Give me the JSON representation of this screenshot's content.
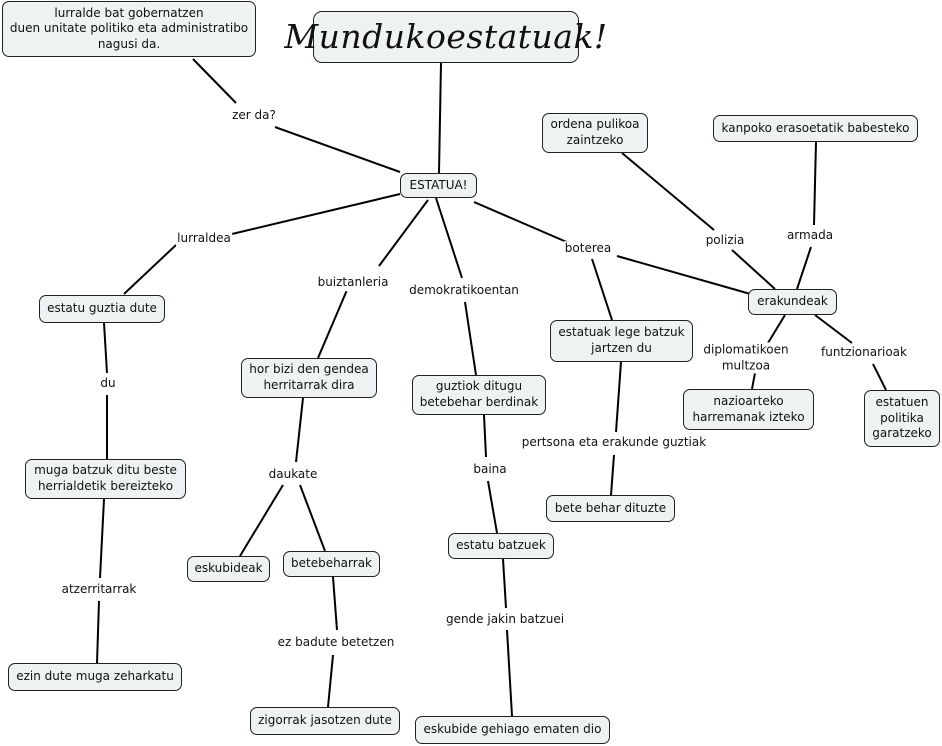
{
  "nodes": {
    "title": "Mundukoestatuak!",
    "definition": "lurralde bat gobernatzen\nduen unitate politiko eta administratibo\nnagusi da.",
    "estatua": "ESTATUA!",
    "estatu_guztia": "estatu guztia dute",
    "muga_batzuk": "muga batzuk ditu beste\nherrialdetik bereizteko",
    "ezin_dute": "ezin dute muga zeharkatu",
    "hor_bizi": "hor bizi den gendea\nherritarrak dira",
    "eskubideak": "eskubideak",
    "betebeharrak": "betebeharrak",
    "zigorrak": "zigorrak jasotzen dute",
    "guztiok": "guztiok ditugu\nbetebehar berdinak",
    "estatu_batzuek": "estatu batzuek",
    "eskubide_gehiago": "eskubide gehiago ematen dio",
    "lege_batzuk": "estatuak lege batzuk\njartzen du",
    "bete_behar": "bete behar dituzte",
    "ordena": "ordena pulikoa\nzaintzeko",
    "kanpoko": "kanpoko erasoetatik babesteko",
    "erakundeak": "erakundeak",
    "nazioarteko": "nazioarteko\nharremanak izteko",
    "estatuen_politika": "estatuen\npolitika\ngaratzeko"
  },
  "links": {
    "zer_da": "zer da?",
    "lurraldea": "lurraldea",
    "du": "du",
    "atzerritarrak": "atzerritarrak",
    "buiztanleria": "buiztanleria",
    "daukate": "daukate",
    "ez_badute": "ez badute betetzen",
    "demokratikoentan": "demokratikoentan",
    "baina": "baina",
    "gende_jakin": "gende jakin batzuei",
    "boterea": "boterea",
    "pertsona": "pertsona eta erakunde guztiak",
    "polizia": "polizia",
    "armada": "armada",
    "diplomatikoen": "diplomatikoen\nmultzoa",
    "funtzionarioak": "funtzionarioak"
  }
}
